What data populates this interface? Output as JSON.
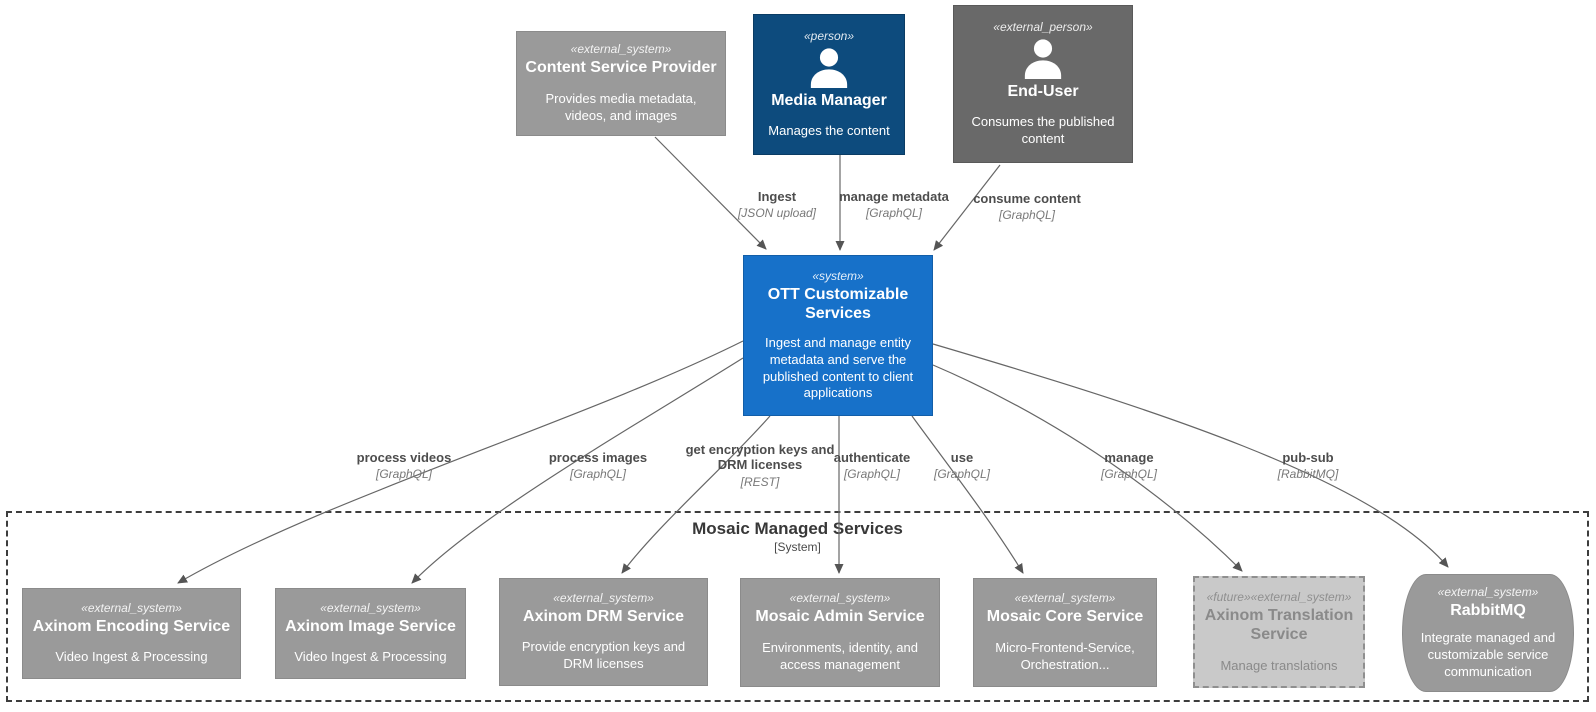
{
  "colors": {
    "person_fill": "#0d4b7d",
    "system_fill": "#1771c9",
    "external_person_fill": "#696969",
    "external_system_fill": "#9a9a9a",
    "future_fill": "#c9c9c9",
    "future_text": "#8a8a8a",
    "edge_line": "#666666",
    "edge_label_text": "#4d4d4d",
    "boundary_border": "#3d3d3d",
    "background": "#ffffff"
  },
  "boundary": {
    "title": "Mosaic Managed Services",
    "subtitle": "[System]"
  },
  "nodes": {
    "content_service_provider": {
      "stereotype": "«external_system»",
      "name": "Content Service Provider",
      "description": "Provides media metadata, videos, and images"
    },
    "media_manager": {
      "stereotype": "«person»",
      "icon": "person-icon",
      "name": "Media Manager",
      "description": "Manages the content"
    },
    "end_user": {
      "stereotype": "«external_person»",
      "icon": "person-icon",
      "name": "End-User",
      "description": "Consumes the published content"
    },
    "ott": {
      "stereotype": "«system»",
      "name": "OTT Customizable Services",
      "description": "Ingest and manage entity metadata and serve the published content to client applications"
    },
    "axinom_encoding": {
      "stereotype": "«external_system»",
      "name": "Axinom Encoding Service",
      "description": "Video Ingest & Processing"
    },
    "axinom_image": {
      "stereotype": "«external_system»",
      "name": "Axinom Image Service",
      "description": "Video Ingest & Processing"
    },
    "axinom_drm": {
      "stereotype": "«external_system»",
      "name": "Axinom DRM Service",
      "description": "Provide encryption keys and DRM licenses"
    },
    "mosaic_admin": {
      "stereotype": "«external_system»",
      "name": "Mosaic Admin Service",
      "description": "Environments, identity, and access management"
    },
    "mosaic_core": {
      "stereotype": "«external_system»",
      "name": "Mosaic Core Service",
      "description": "Micro-Frontend-Service, Orchestration..."
    },
    "axinom_translation": {
      "stereotype": "«future»«external_system»",
      "name": "Axinom Translation Service",
      "description": "Manage translations"
    },
    "rabbitmq": {
      "stereotype": "«external_system»",
      "name": "RabbitMQ",
      "description": "Integrate managed and customizable service communication"
    }
  },
  "edges": {
    "ingest": {
      "label": "Ingest",
      "tech": "[JSON upload]"
    },
    "manage_metadata": {
      "label": "manage metadata",
      "tech": "[GraphQL]"
    },
    "consume_content": {
      "label": "consume content",
      "tech": "[GraphQL]"
    },
    "process_videos": {
      "label": "process videos",
      "tech": "[GraphQL]"
    },
    "process_images": {
      "label": "process images",
      "tech": "[GraphQL]"
    },
    "get_keys": {
      "label": "get encryption keys and DRM licenses",
      "tech": "[REST]"
    },
    "authenticate": {
      "label": "authenticate",
      "tech": "[GraphQL]"
    },
    "use": {
      "label": "use",
      "tech": "[GraphQL]"
    },
    "manage": {
      "label": "manage",
      "tech": "[GraphQL]"
    },
    "pub_sub": {
      "label": "pub-sub",
      "tech": "[RabbitMQ]"
    }
  }
}
